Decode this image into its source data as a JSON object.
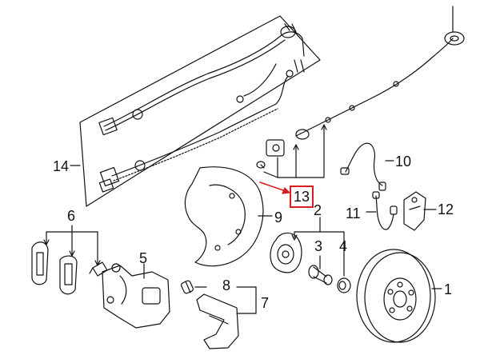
{
  "diagram": {
    "callouts": {
      "c1": "1",
      "c2": "2",
      "c3": "3",
      "c4": "4",
      "c5": "5",
      "c6": "6",
      "c7": "7",
      "c8": "8",
      "c9": "9",
      "c10": "10",
      "c11": "11",
      "c12": "12",
      "c13": "13",
      "c14": "14"
    },
    "highlight_color": "#d81e1e",
    "highlighted_callout": "13"
  }
}
